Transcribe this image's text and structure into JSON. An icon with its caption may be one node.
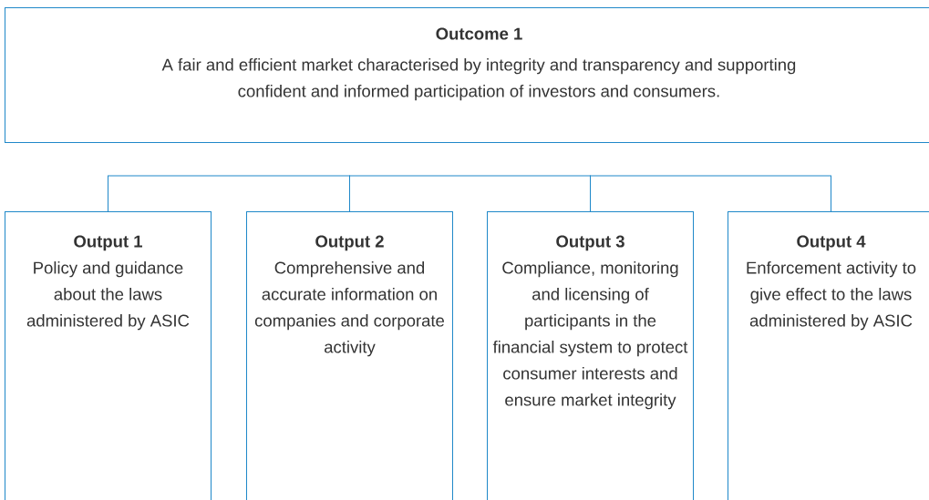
{
  "diagram": {
    "nodes": [
      {
        "text": [
          "Outcome 1",
          "A fair and efficient market characterised by integrity and transparency and supporting confident and informed participation of investors and consumers."
        ]
      },
      {
        "text": [
          "Output 1",
          "Policy and guidance about the laws administered by ASIC"
        ]
      },
      {
        "text": [
          "Output 2",
          "Comprehensive and accurate information on companies and corporate activity"
        ]
      },
      {
        "text": [
          "Output 3",
          "Compliance, monitoring and licensing of participants in the financial system to protect consumer interests and ensure market integrity"
        ]
      },
      {
        "text": [
          "Output 4",
          "Enforcement activity to give effect to the laws administered by ASIC"
        ]
      }
    ],
    "edges": [
      {
        "from": 1,
        "to": 2,
        "arrow": "none"
      },
      {
        "from": 2,
        "to": 3,
        "arrow": "none"
      },
      {
        "from": 3,
        "to": 4,
        "arrow": "none"
      }
    ]
  }
}
